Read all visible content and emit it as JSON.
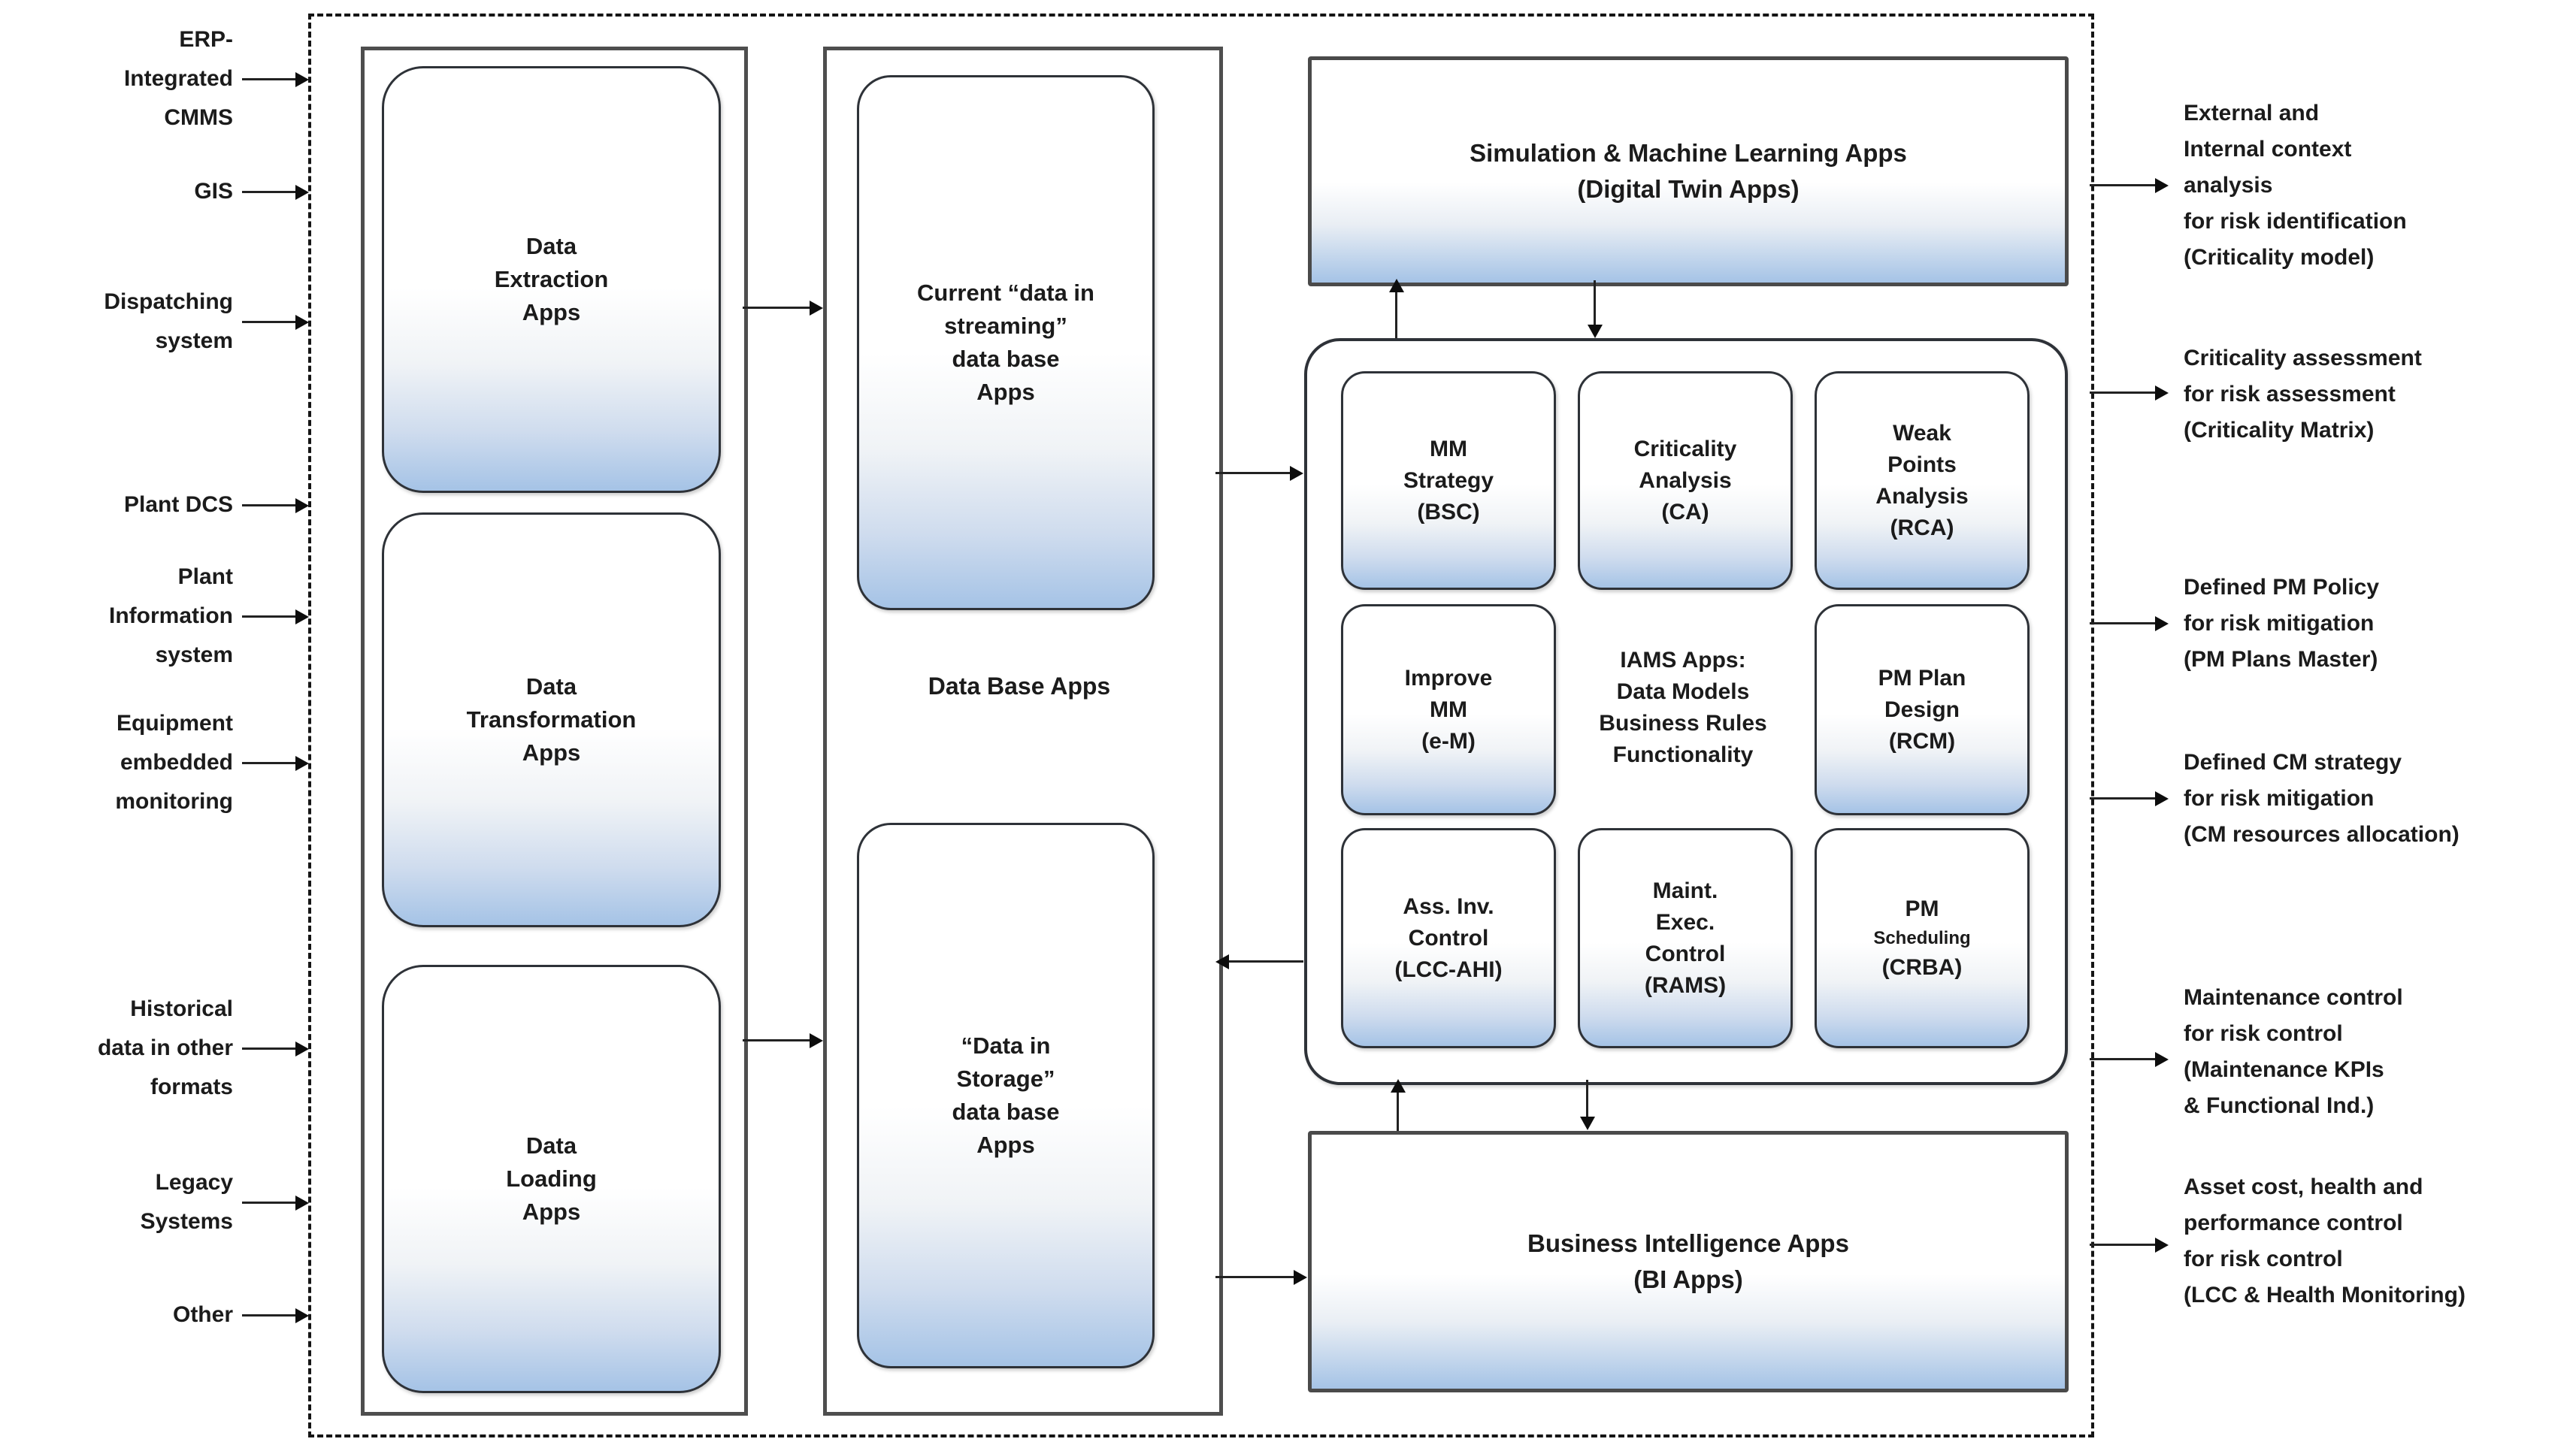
{
  "colors": {
    "box_fill_top": "#ffffff",
    "box_fill_bottom": "#a5c3e6",
    "box_border": "#2e3238",
    "frame_border": "#4e4e4e",
    "text": "#1b1b1b"
  },
  "left_inputs": {
    "items": [
      {
        "label": "ERP-\nIntegrated\nCMMS"
      },
      {
        "label": "GIS"
      },
      {
        "label": "Dispatching\nsystem"
      },
      {
        "label": "Plant DCS"
      },
      {
        "label": "Plant\nInformation\nsystem"
      },
      {
        "label": "Equipment\nembedded\nmonitoring"
      },
      {
        "label": "Historical\ndata in other\nformats"
      },
      {
        "label": "Legacy\nSystems"
      },
      {
        "label": "Other"
      }
    ]
  },
  "etl_column": {
    "boxes": [
      {
        "label": "Data\nExtraction\nApps"
      },
      {
        "label": "Data\nTransformation\nApps"
      },
      {
        "label": "Data\nLoading\nApps"
      }
    ]
  },
  "db_column": {
    "title": "Data Base Apps",
    "boxes": [
      {
        "label": "Current “data in\nstreaming”\ndata base\nApps"
      },
      {
        "label": "“Data in\nStorage”\ndata base\nApps"
      }
    ]
  },
  "simulation_box": {
    "label": "Simulation & Machine Learning Apps\n(Digital Twin Apps)"
  },
  "iams_panel": {
    "center_label": "IAMS Apps:\nData Models\nBusiness Rules\nFunctionality",
    "apps": [
      {
        "label": "MM\nStrategy\n(BSC)"
      },
      {
        "label": "Criticality\nAnalysis\n(CA)"
      },
      {
        "label": "Weak\nPoints\nAnalysis\n(RCA)"
      },
      {
        "label": "Improve\nMM\n(e-M)"
      },
      {
        "label": "PM Plan\nDesign\n(RCM)"
      },
      {
        "label": "Ass. Inv.\nControl\n(LCC-AHI)"
      },
      {
        "label": "Maint.\nExec.\nControl\n(RAMS)"
      },
      {
        "line1": "PM",
        "line2": "Scheduling",
        "line3": "(CRBA)"
      }
    ]
  },
  "bi_box": {
    "label": "Business Intelligence Apps\n(BI Apps)"
  },
  "right_outputs": {
    "items": [
      {
        "label": "External and\nInternal context\nanalysis\nfor risk identification\n(Criticality model)"
      },
      {
        "label": "Criticality assessment\nfor risk assessment\n(Criticality Matrix)"
      },
      {
        "label": "Defined PM Policy\nfor risk mitigation\n(PM Plans Master)"
      },
      {
        "label": "Defined CM strategy\nfor risk mitigation\n(CM resources allocation)"
      },
      {
        "label": "Maintenance control\nfor risk control\n(Maintenance KPIs\n& Functional Ind.)"
      },
      {
        "label": "Asset cost, health and\nperformance control\nfor risk control\n(LCC & Health Monitoring)"
      }
    ]
  }
}
